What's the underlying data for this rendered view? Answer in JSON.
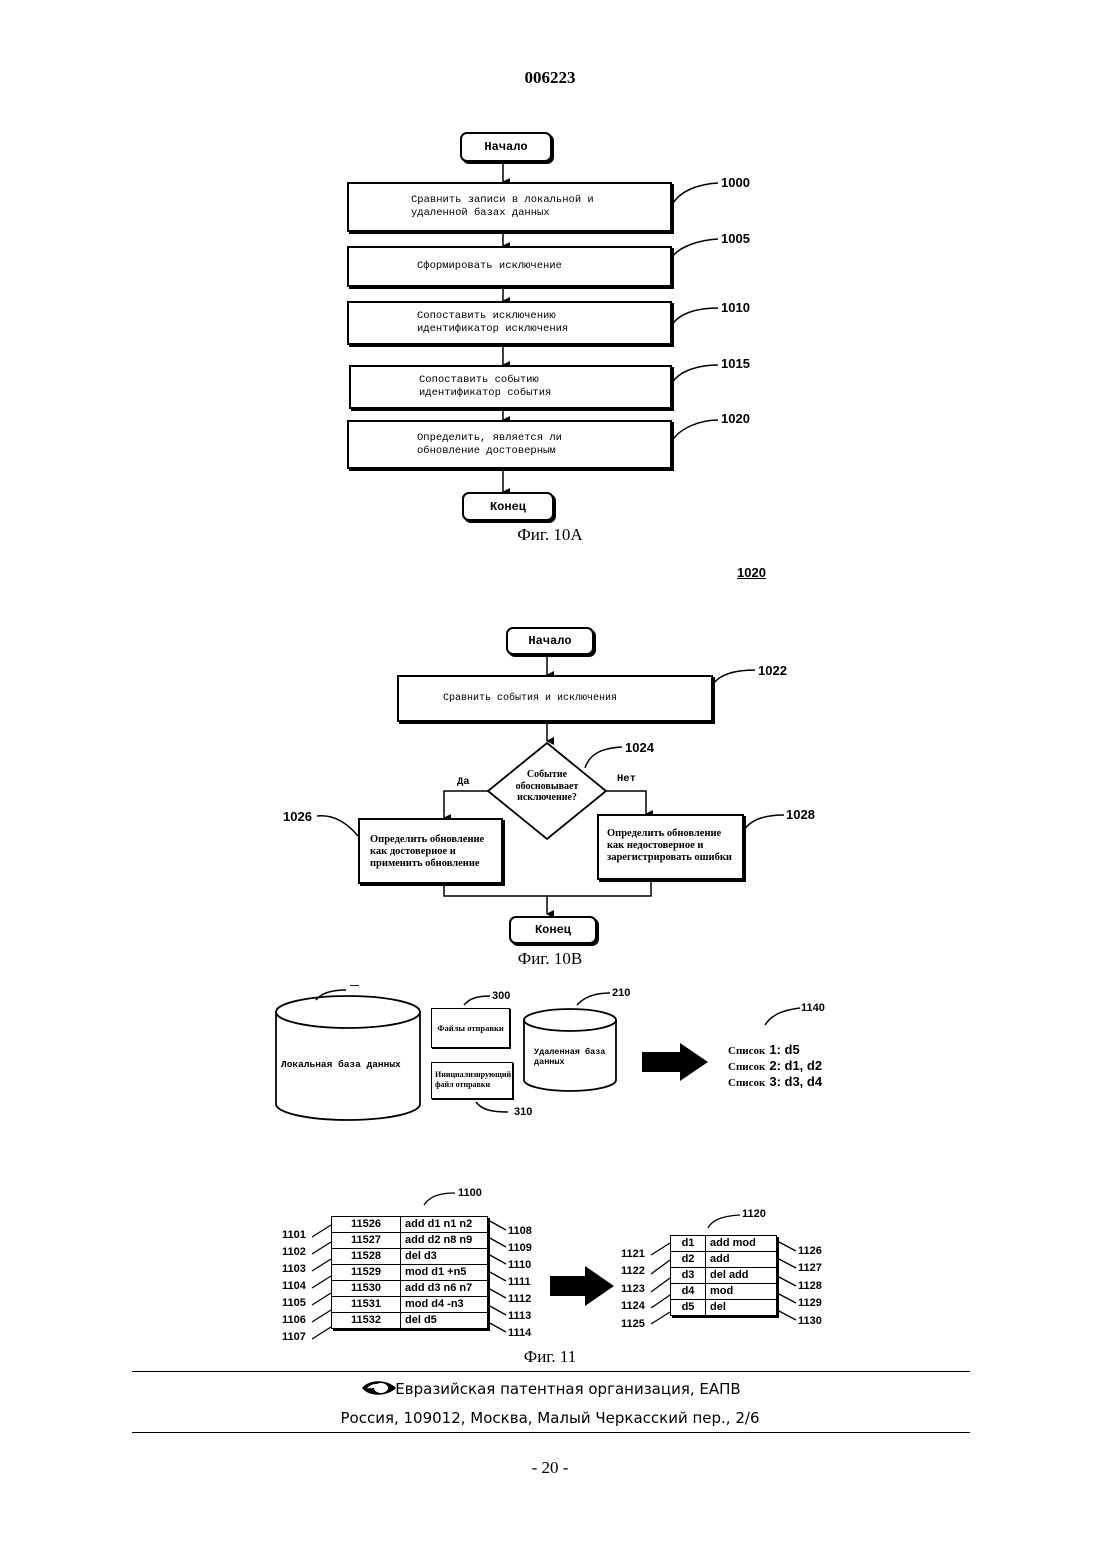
{
  "header": {
    "doc_number": "006223"
  },
  "fig10a": {
    "start": "Начало",
    "end": "Конец",
    "caption": "Фиг. 10А",
    "steps": [
      {
        "ref": "1000",
        "line1": "Сравнить записи в локальной и",
        "line2": "удаленной базах данных"
      },
      {
        "ref": "1005",
        "line1": "Сформировать исключение",
        "line2": ""
      },
      {
        "ref": "1010",
        "line1": "Сопоставить исключению",
        "line2": "идентификатор исключения"
      },
      {
        "ref": "1015",
        "line1": "Сопоставить событию",
        "line2": "идентификатор события"
      },
      {
        "ref": "1020",
        "line1": "Определить, является ли",
        "line2": "обновление достоверным"
      }
    ]
  },
  "fig10b": {
    "heading_ref": "1020",
    "start": "Начало",
    "end": "Конец",
    "caption": "Фиг. 10В",
    "compare": {
      "ref": "1022",
      "text": "Сравнить события и исключения"
    },
    "decision": {
      "ref": "1024",
      "line1": "Событие",
      "line2": "обосновывает",
      "line3": "исключение?"
    },
    "yes_label": "Да",
    "no_label": "Нет",
    "yes_box": {
      "ref": "1026",
      "line1": "Определить обновление",
      "line2": "как достоверное и",
      "line3": "применить обновление"
    },
    "no_box": {
      "ref": "1028",
      "line1": "Определить обновление",
      "line2": "как недостоверное и",
      "line3": "зарегистрировать ошибки"
    }
  },
  "fig11": {
    "caption": "Фиг. 11",
    "local_db": {
      "ref": "—",
      "label": "Локальная база данных"
    },
    "send_files": {
      "ref": "300",
      "label": "Файлы отправки"
    },
    "init_file": {
      "ref": "310",
      "line1": "Инициализирующий",
      "line2": "файл отправки"
    },
    "remote_db": {
      "ref": "210",
      "line1": "Удаленная база",
      "line2": "данных"
    },
    "lists": {
      "ref": "1140",
      "items": [
        {
          "word": "Список",
          "value": "1: d5"
        },
        {
          "word": "Список",
          "value": "2: d1, d2"
        },
        {
          "word": "Список",
          "value": "3: d3, d4"
        }
      ]
    },
    "table_left": {
      "ref": "1100",
      "rows": [
        {
          "id": "11526",
          "op": "add d1 n1 n2",
          "ref_left": "1101",
          "ref_right": "1108"
        },
        {
          "id": "11527",
          "op": "add d2 n8 n9",
          "ref_left": "1102",
          "ref_right": "1109"
        },
        {
          "id": "11528",
          "op": "del d3",
          "ref_left": "1103",
          "ref_right": "1110"
        },
        {
          "id": "11529",
          "op": "mod d1 +n5",
          "ref_left": "1104",
          "ref_right": "1111"
        },
        {
          "id": "11530",
          "op": "add d3 n6 n7",
          "ref_left": "1105",
          "ref_right": "1112"
        },
        {
          "id": "11531",
          "op": "mod d4 -n3",
          "ref_left": "1106",
          "ref_right": "1113"
        },
        {
          "id": "11532",
          "op": "del d5",
          "ref_left": "1107",
          "ref_right": "1114"
        }
      ]
    },
    "table_right": {
      "ref": "1120",
      "rows": [
        {
          "id": "d1",
          "op": "add mod",
          "ref_left": "1121",
          "ref_right": "1126"
        },
        {
          "id": "d2",
          "op": "add",
          "ref_left": "1122",
          "ref_right": "1127"
        },
        {
          "id": "d3",
          "op": "del add",
          "ref_left": "1123",
          "ref_right": "1128"
        },
        {
          "id": "d4",
          "op": "mod",
          "ref_left": "1124",
          "ref_right": "1129"
        },
        {
          "id": "d5",
          "op": "del",
          "ref_left": "1125",
          "ref_right": "1130"
        }
      ]
    }
  },
  "footer": {
    "org": "Евразийская патентная организация, ЕАПВ",
    "address": "Россия, 109012, Москва, Малый Черкасский пер., 2/6",
    "page": "- 20 -"
  }
}
